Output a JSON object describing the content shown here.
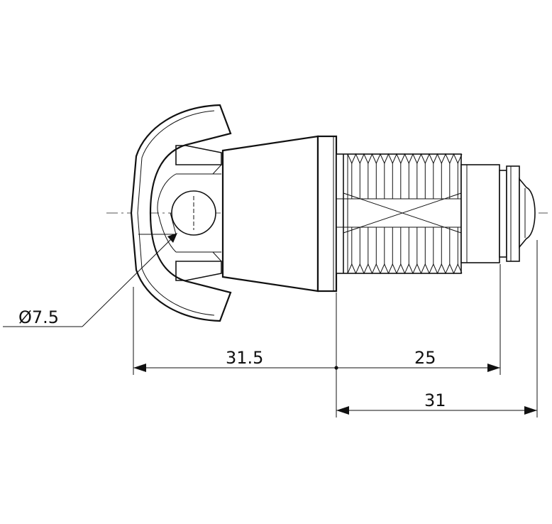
{
  "drawing": {
    "labels": {
      "hole_diameter": "Ø7.5",
      "dim_left": "31.5",
      "dim_right": "25",
      "dim_total": "31"
    }
  }
}
